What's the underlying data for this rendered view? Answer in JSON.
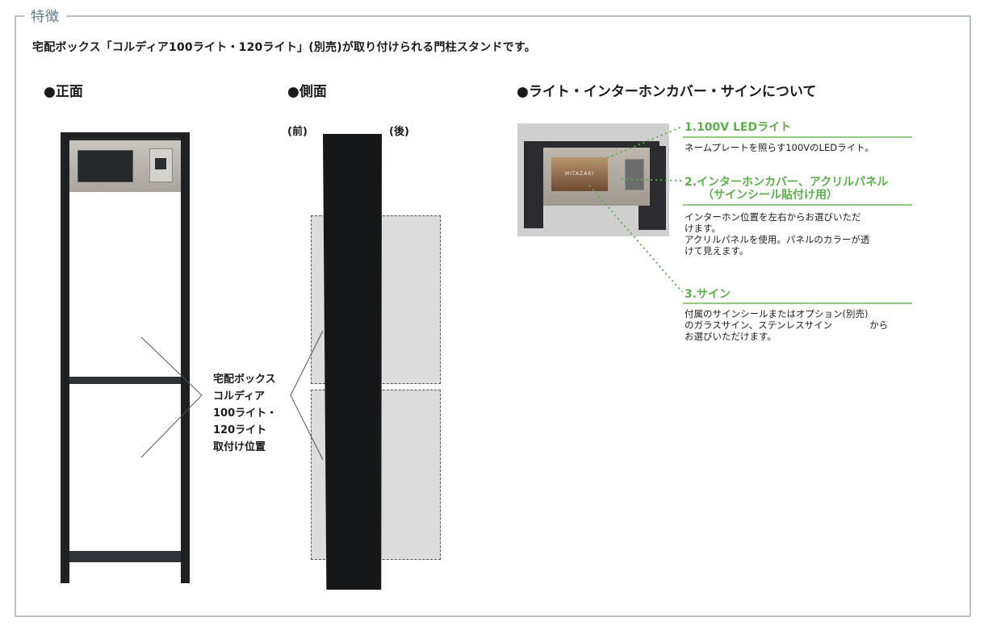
{
  "frame": {
    "title": "特徴"
  },
  "lead_text": "宅配ボックス「コルディア100ライト・120ライト」(別売)が取り付けられる門柱スタンドです。",
  "sections": {
    "front": {
      "heading": "●正面"
    },
    "side": {
      "heading": "●側面",
      "front_label": "(前)",
      "back_label": "(後)"
    },
    "features": {
      "heading": "●ライト・インターホンカバー・サインについて"
    }
  },
  "mount_caption": [
    "宅配ボックス",
    "コルディア",
    "100ライト・",
    "120ライト",
    "取付け位置"
  ],
  "photo": {
    "nameplate_text": "MITAZAKI"
  },
  "features": [
    {
      "title": "1.100V LEDライト",
      "description": [
        "ネームプレートを照らす100VのLEDライト。"
      ]
    },
    {
      "title": "2.インターホンカバー、アクリルパネル",
      "title_sub": "（サインシール貼付け用）",
      "description": [
        "インターホン位置を左右からお選びいただ",
        "けます。",
        "アクリルパネルを使用。パネルのカラーが透",
        "けて見えます。"
      ]
    },
    {
      "title": "3.サイン",
      "description": [
        "付属のサインシールまたはオプション(別売)",
        "のガラスサイン、ステンレスサイン　　　　から",
        "お選びいただけます。"
      ]
    }
  ],
  "colors": {
    "accent_green": "#5bb04a",
    "frame_border": "#b7c2cb",
    "post_dark": "#1e2124"
  }
}
